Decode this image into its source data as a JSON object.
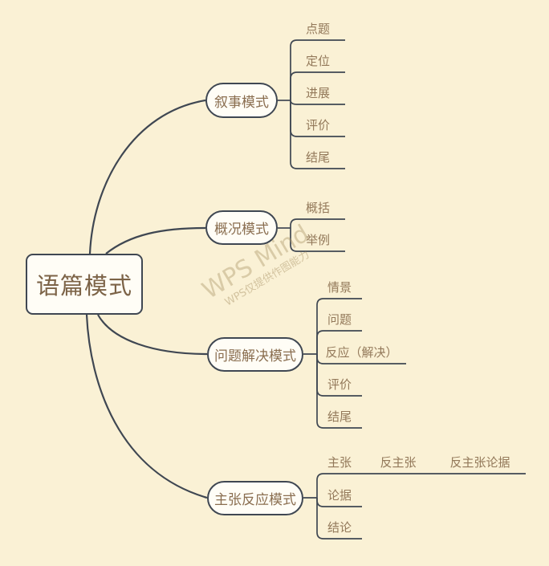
{
  "canvas": {
    "background_color": "#faf1d5",
    "line_color": "#3f4752",
    "node_fill_color": "#fffdf6",
    "root_text_color": "#7c6347",
    "branch_text_color": "#8a6e50",
    "leaf_text_color": "#93795a"
  },
  "watermark": {
    "line1": "WPS Mind",
    "line2": "WPS仅提供作图能力"
  },
  "mindmap": {
    "root": {
      "label": "语篇模式"
    },
    "branches": [
      {
        "label": "叙事模式",
        "children": [
          {
            "label": "点题"
          },
          {
            "label": "定位"
          },
          {
            "label": "进展"
          },
          {
            "label": "评价"
          },
          {
            "label": "结尾"
          }
        ]
      },
      {
        "label": "概况模式",
        "children": [
          {
            "label": "概括"
          },
          {
            "label": "举例"
          }
        ]
      },
      {
        "label": "问题解决模式",
        "children": [
          {
            "label": "情景"
          },
          {
            "label": "问题"
          },
          {
            "label": "反应（解决）"
          },
          {
            "label": "评价"
          },
          {
            "label": "结尾"
          }
        ]
      },
      {
        "label": "主张反应模式",
        "children": [
          {
            "label": "主张",
            "chain": [
              {
                "label": "反主张"
              },
              {
                "label": "反主张论据"
              }
            ]
          },
          {
            "label": "论据"
          },
          {
            "label": "结论"
          }
        ]
      }
    ]
  }
}
